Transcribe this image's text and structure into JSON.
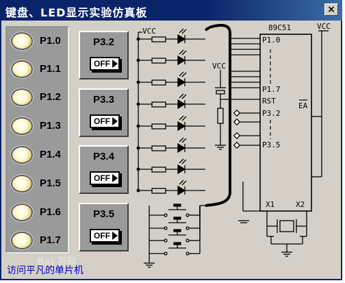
{
  "window": {
    "title": "键盘、LED显示实验仿真板",
    "close_label": "×"
  },
  "leds": [
    {
      "label": "P1.0"
    },
    {
      "label": "P1.1"
    },
    {
      "label": "P1.2"
    },
    {
      "label": "P1.3"
    },
    {
      "label": "P1.4"
    },
    {
      "label": "P1.5"
    },
    {
      "label": "P1.6"
    },
    {
      "label": "P1.7"
    }
  ],
  "switches": [
    {
      "label": "P3.2",
      "state": "OFF"
    },
    {
      "label": "P3.3",
      "state": "OFF"
    },
    {
      "label": "P3.4",
      "state": "OFF"
    },
    {
      "label": "P3.5",
      "state": "OFF"
    }
  ],
  "schematic": {
    "vcc_left": "VCC",
    "vcc_mid": "VCC",
    "vcc_right": "VCC",
    "chip": "89C51",
    "pins_left": [
      "P1.0",
      "P1.7",
      "RST",
      "P3.2",
      "P3.5"
    ],
    "pin_ea": "EA",
    "pin_x1": "X1",
    "pin_x2": "X2"
  },
  "footer": {
    "link": "访问平凡的单片机",
    "watermark": "Bai 百科"
  }
}
